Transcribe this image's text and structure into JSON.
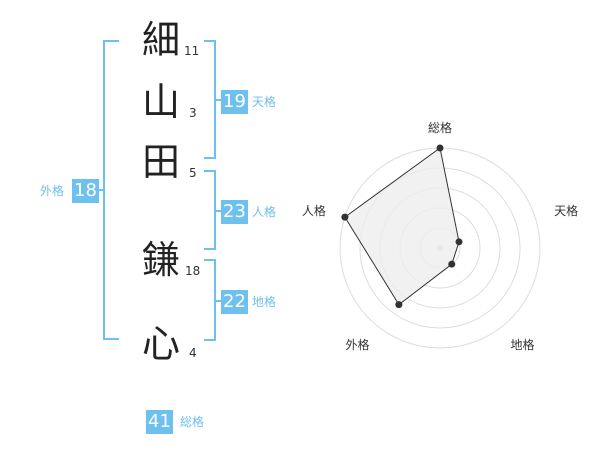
{
  "characters": [
    {
      "char": "細",
      "strokes": "11"
    },
    {
      "char": "山",
      "strokes": "3"
    },
    {
      "char": "田",
      "strokes": "5"
    },
    {
      "char": "鎌",
      "strokes": "18"
    },
    {
      "char": "心",
      "strokes": "4"
    }
  ],
  "kaku": {
    "tenkaku": {
      "value": "19",
      "label": "天格"
    },
    "jinkaku": {
      "value": "23",
      "label": "人格"
    },
    "chikaku": {
      "value": "22",
      "label": "地格"
    },
    "gaikaku": {
      "value": "18",
      "label": "外格"
    },
    "soukaku": {
      "value": "41",
      "label": "総格"
    }
  },
  "colors": {
    "accent": "#6ec0ee",
    "text": "#222222",
    "polygon_fill": "#eeeeee"
  },
  "chart_data": {
    "type": "radar",
    "axes": [
      "総格",
      "天格",
      "地格",
      "外格",
      "人格"
    ],
    "series": [
      {
        "values": [
          5,
          1,
          1,
          3.5,
          5
        ]
      }
    ],
    "rlim": [
      0,
      5
    ],
    "rings": 5
  }
}
